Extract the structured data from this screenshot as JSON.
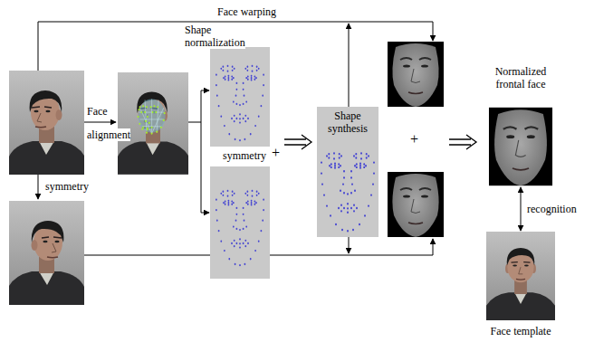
{
  "diagram": {
    "nodes": [
      {
        "text": [
          "Shape synthesis"
        ]
      },
      {
        "text": [
          "Normalized frontal face"
        ]
      },
      {
        "text": [
          "Face template"
        ]
      }
    ],
    "edges": [
      {
        "from": 1,
        "to": 2,
        "arrow": "both",
        "label": "recognition"
      }
    ],
    "labels": [
      "Face warping",
      "Face alignment",
      "Shape normalization",
      "symmetry",
      "+",
      "+",
      "symmetry"
    ]
  }
}
